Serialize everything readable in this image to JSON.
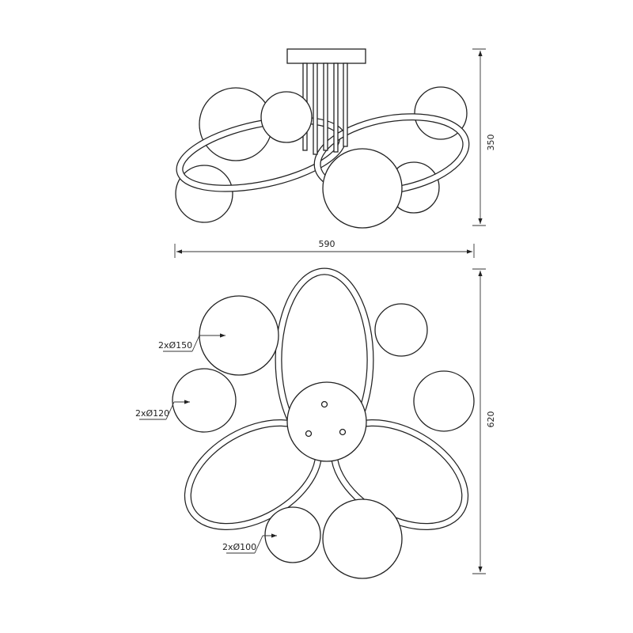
{
  "dimensions": {
    "height": "350",
    "width": "590",
    "top_view_depth": "620"
  },
  "callouts": {
    "globe_large": "2xØ150",
    "globe_medium": "2xØ120",
    "globe_small": "2xØ100"
  }
}
